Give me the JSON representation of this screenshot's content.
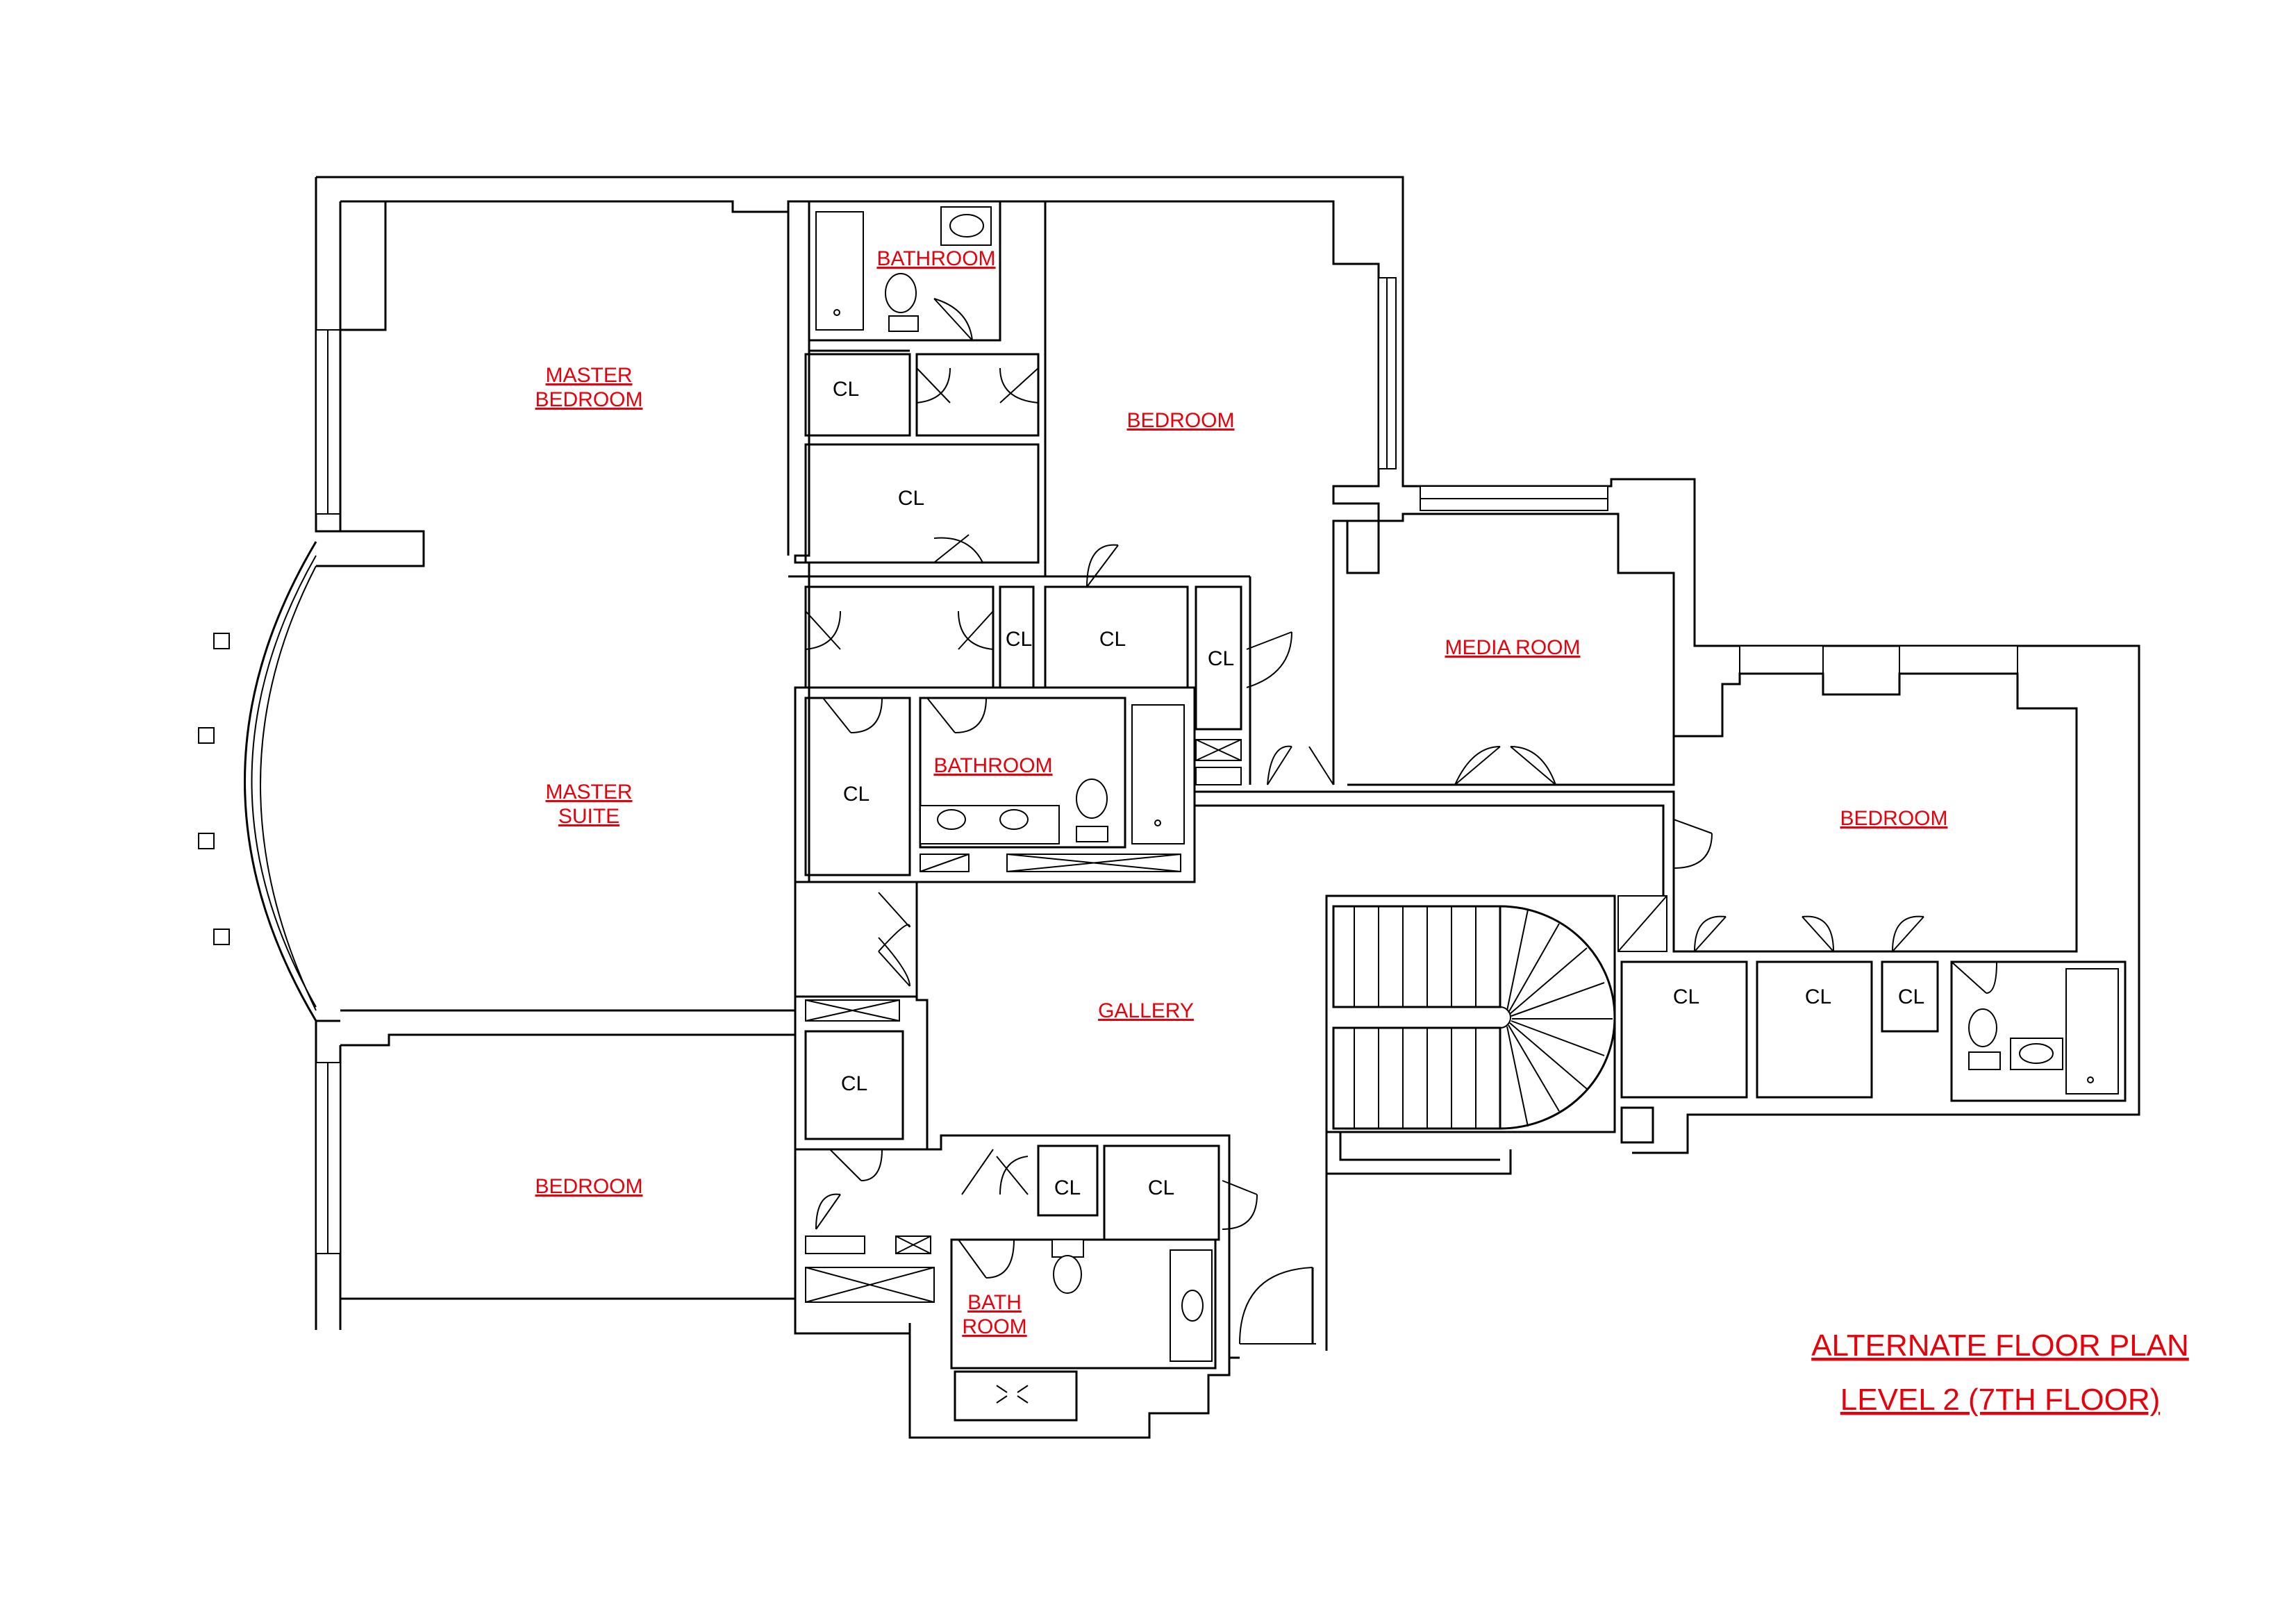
{
  "rooms": {
    "master_bedroom": [
      "MASTER",
      "BEDROOM"
    ],
    "master_suite": [
      "MASTER",
      "SUITE"
    ],
    "bathroom_top": "BATHROOM",
    "bedroom_top": "BEDROOM",
    "media_room": "MEDIA ROOM",
    "bathroom_middle": "BATHROOM",
    "bedroom_right": "BEDROOM",
    "gallery": "GALLERY",
    "bedroom_bottom": "BEDROOM",
    "bath_room": [
      "BATH",
      "ROOM"
    ]
  },
  "closet_label": "CL",
  "title": {
    "line1": "ALTERNATE FLOOR PLAN",
    "line2": "LEVEL 2 (7TH FLOOR)"
  },
  "colors": {
    "label": "#e8000b",
    "line": "#000000"
  }
}
